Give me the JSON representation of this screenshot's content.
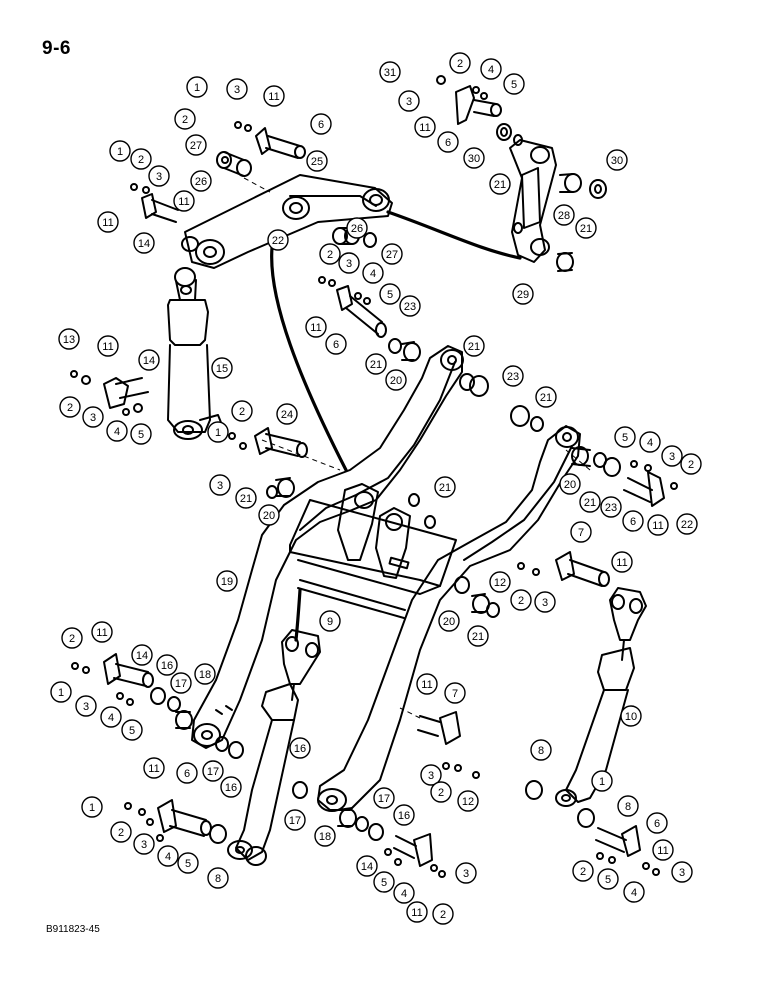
{
  "page_number": "9-6",
  "figure_code": "B911823-45",
  "callouts": [
    {
      "n": "31"
    },
    {
      "n": "2"
    },
    {
      "n": "4"
    },
    {
      "n": "5"
    },
    {
      "n": "3"
    },
    {
      "n": "11"
    },
    {
      "n": "6"
    },
    {
      "n": "30"
    },
    {
      "n": "21"
    },
    {
      "n": "30"
    },
    {
      "n": "28"
    },
    {
      "n": "21"
    },
    {
      "n": "29"
    },
    {
      "n": "1"
    },
    {
      "n": "3"
    },
    {
      "n": "11"
    },
    {
      "n": "2"
    },
    {
      "n": "6"
    },
    {
      "n": "27"
    },
    {
      "n": "26"
    },
    {
      "n": "25"
    },
    {
      "n": "11"
    },
    {
      "n": "1"
    },
    {
      "n": "2"
    },
    {
      "n": "3"
    },
    {
      "n": "11"
    },
    {
      "n": "14"
    },
    {
      "n": "26"
    },
    {
      "n": "27"
    },
    {
      "n": "22"
    },
    {
      "n": "2"
    },
    {
      "n": "3"
    },
    {
      "n": "4"
    },
    {
      "n": "5"
    },
    {
      "n": "23"
    },
    {
      "n": "11"
    },
    {
      "n": "6"
    },
    {
      "n": "21"
    },
    {
      "n": "20"
    },
    {
      "n": "21"
    },
    {
      "n": "23"
    },
    {
      "n": "21"
    },
    {
      "n": "13"
    },
    {
      "n": "11"
    },
    {
      "n": "14"
    },
    {
      "n": "15"
    },
    {
      "n": "2"
    },
    {
      "n": "3"
    },
    {
      "n": "4"
    },
    {
      "n": "5"
    },
    {
      "n": "1"
    },
    {
      "n": "2"
    },
    {
      "n": "24"
    },
    {
      "n": "3"
    },
    {
      "n": "21"
    },
    {
      "n": "20"
    },
    {
      "n": "21"
    },
    {
      "n": "5"
    },
    {
      "n": "4"
    },
    {
      "n": "3"
    },
    {
      "n": "2"
    },
    {
      "n": "20"
    },
    {
      "n": "21"
    },
    {
      "n": "23"
    },
    {
      "n": "6"
    },
    {
      "n": "11"
    },
    {
      "n": "22"
    },
    {
      "n": "7"
    },
    {
      "n": "11"
    },
    {
      "n": "12"
    },
    {
      "n": "2"
    },
    {
      "n": "3"
    },
    {
      "n": "20"
    },
    {
      "n": "21"
    },
    {
      "n": "19"
    },
    {
      "n": "9"
    },
    {
      "n": "10"
    },
    {
      "n": "2"
    },
    {
      "n": "11"
    },
    {
      "n": "14"
    },
    {
      "n": "16"
    },
    {
      "n": "18"
    },
    {
      "n": "17"
    },
    {
      "n": "1"
    },
    {
      "n": "3"
    },
    {
      "n": "4"
    },
    {
      "n": "5"
    },
    {
      "n": "17"
    },
    {
      "n": "16"
    },
    {
      "n": "11"
    },
    {
      "n": "7"
    },
    {
      "n": "3"
    },
    {
      "n": "2"
    },
    {
      "n": "12"
    },
    {
      "n": "8"
    },
    {
      "n": "16"
    },
    {
      "n": "11"
    },
    {
      "n": "6"
    },
    {
      "n": "1"
    },
    {
      "n": "2"
    },
    {
      "n": "3"
    },
    {
      "n": "4"
    },
    {
      "n": "5"
    },
    {
      "n": "8"
    },
    {
      "n": "17"
    },
    {
      "n": "18"
    },
    {
      "n": "17"
    },
    {
      "n": "16"
    },
    {
      "n": "14"
    },
    {
      "n": "5"
    },
    {
      "n": "4"
    },
    {
      "n": "3"
    },
    {
      "n": "11"
    },
    {
      "n": "2"
    },
    {
      "n": "1"
    },
    {
      "n": "8"
    },
    {
      "n": "6"
    },
    {
      "n": "11"
    },
    {
      "n": "2"
    },
    {
      "n": "5"
    },
    {
      "n": "4"
    },
    {
      "n": "3"
    },
    {
      "n": "1"
    }
  ]
}
